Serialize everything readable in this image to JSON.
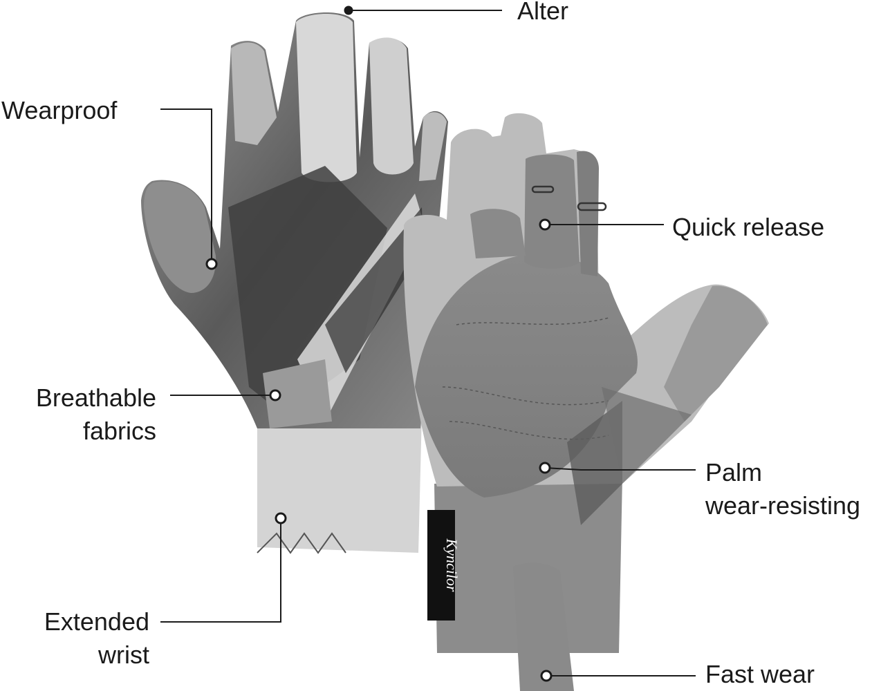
{
  "brand": "Kyncilor",
  "colors": {
    "background": "#ffffff",
    "label_text": "#1a1a1a",
    "leader_line": "#1a1a1a",
    "glove_dark": "#4a4a4a",
    "glove_mid": "#7c7c7c",
    "glove_light": "#c9c9c9",
    "palm_pad": "#8f8f8f"
  },
  "labels": {
    "alter": "Alter",
    "wearproof": "Wearproof",
    "quick_release": "Quick release",
    "breathable_line1": "Breathable",
    "breathable_line2": "fabrics",
    "palm_line1": "Palm",
    "palm_line2": "wear-resisting",
    "extended_line1": "Extended",
    "extended_line2": "wrist",
    "fast_wear": "Fast wear"
  }
}
